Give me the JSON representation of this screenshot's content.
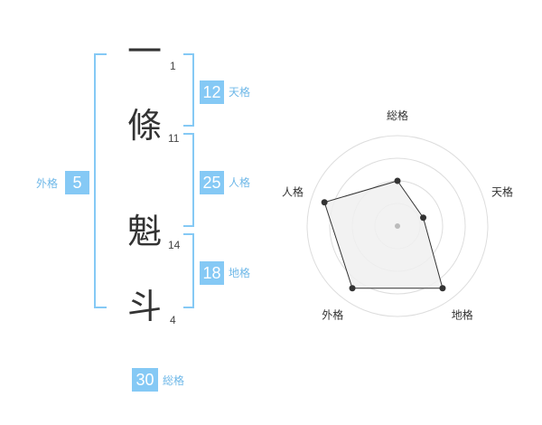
{
  "name": {
    "chars": [
      {
        "char": "一",
        "strokes": "1"
      },
      {
        "char": "條",
        "strokes": "11"
      },
      {
        "char": "魁",
        "strokes": "14"
      },
      {
        "char": "斗",
        "strokes": "4"
      }
    ]
  },
  "fortune": {
    "tenkaku": {
      "value": "12",
      "label": "天格"
    },
    "jinkaku": {
      "value": "25",
      "label": "人格"
    },
    "chikaku": {
      "value": "18",
      "label": "地格"
    },
    "gaikaku": {
      "value": "5",
      "label": "外格"
    },
    "soukaku": {
      "value": "30",
      "label": "総格"
    }
  },
  "colors": {
    "accent": "#85c9f5",
    "bracket": "#85c9f5",
    "radar_fill": "#f0f0f0",
    "radar_line": "#333333"
  },
  "chart_data": {
    "type": "radar",
    "axes": [
      "総格",
      "天格",
      "地格",
      "外格",
      "人格"
    ],
    "values": [
      0.5,
      0.3,
      0.85,
      0.85,
      0.85
    ],
    "rings": 4,
    "max": 1
  }
}
